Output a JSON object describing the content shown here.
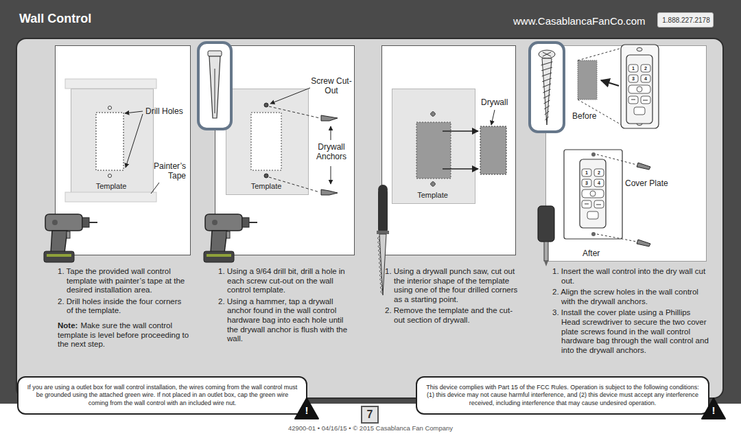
{
  "diagram": {
    "title": "Wall Control",
    "nodes": [
      {
        "text": [
          "1.888.227.2178"
        ]
      },
      {
        "text": [
          "Drill Holes",
          "Painter’s Tape"
        ]
      },
      {
        "text": [
          "Template"
        ],
        "in": 1
      },
      {
        "text": [
          "Screw Cut-Out",
          "Drywall Anchors"
        ]
      },
      {
        "text": [
          "Template"
        ],
        "in": 3
      },
      {
        "text": [
          "Drywall"
        ]
      },
      {
        "text": [
          "Template"
        ],
        "in": 5
      },
      {
        "text": [
          "Before",
          "Cover Plate",
          "After"
        ]
      },
      {
        "text": [
          "If you are using a outlet box for wall control installation, the wires coming from the wall control must be grounded using the attached green wire. If not placed in an outlet box, cap the green wire coming from the wall control with an included wire nut."
        ]
      },
      {
        "text": [
          "This device complies with Part 15 of the FCC Rules. Operation is subject to the following conditions: (1) this device may not cause harmful interference, and (2) this device must accept any interference received, including interference that may cause undesired operation."
        ]
      },
      {
        "text": [
          "7"
        ]
      }
    ],
    "labels": [
      "www.CasablancaFanCo.com",
      "1. Tape the provided wall control template with painter’s tape at the desired installation area.",
      "2. Drill holes inside the four corners of the template.",
      "Note:",
      "Make sure the wall control template is level before proceeding to the next step.",
      "1. Using a 9/64 drill bit, drill a hole in each screw cut-out on the wall control template.",
      "2. Using a hammer, tap a drywall anchor found in the wall control hardware bag into each hole until the drywall anchor is flush with the wall.",
      "1. Using a drywall punch saw, cut out the interior shape of the template using one of the four drilled corners as a starting point.",
      "2. Remove the template and the cut-out section of drywall.",
      "1. Insert the wall control into the dry wall cut out.",
      "2. Align the screw holes in the wall control with the drywall anchors.",
      "3. Install the cover plate using a Phillips Head screwdriver to secure the two cover plate screws found in the wall control hardware bag through the wall control and into the drywall anchors.",
      "1",
      "2",
      "3",
      "4",
      "1",
      "2",
      "3",
      "4",
      "!",
      "!",
      "42900-01 • 04/16/15 • © 2015 Casablanca Fan Company"
    ]
  }
}
